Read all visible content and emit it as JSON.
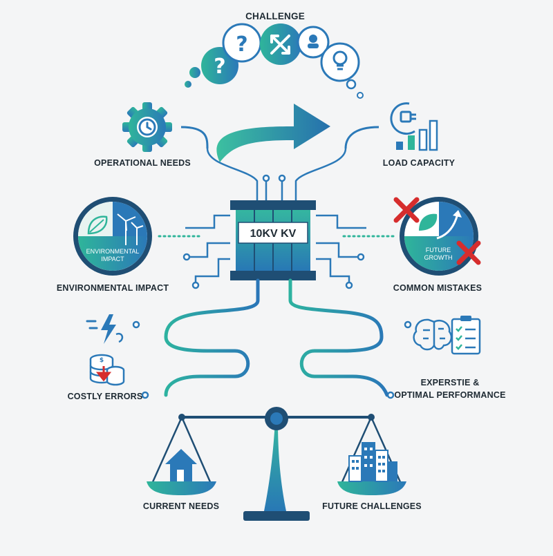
{
  "header": {
    "title": "CHALLENGE"
  },
  "core": {
    "label": "10KV  KV"
  },
  "nodes": {
    "operational": "OPERATIONAL NEEDS",
    "load": "LOAD CAPACITY",
    "environmental": "ENVIRONMENTAL IMPACT",
    "environmental_badge_line1": "ENVIRONMENTAL",
    "environmental_badge_line2": "IMPACT",
    "mistakes": "COMMON MISTAKES",
    "future_badge_line1": "FUTURE",
    "future_badge_line2": "GROWTH",
    "costly": "COSTLY ERRORS",
    "expertise_line1": "EXPERSTIE &",
    "expertise_line2": "OPTIMAL PERFORMANCE",
    "current": "CURRENT NEEDS",
    "future_challenges": "FUTURE CHALLENGES"
  },
  "colors": {
    "teal": "#2fb59a",
    "blue": "#2b79b8",
    "navy": "#1f4e74",
    "red": "#d62d2d"
  }
}
